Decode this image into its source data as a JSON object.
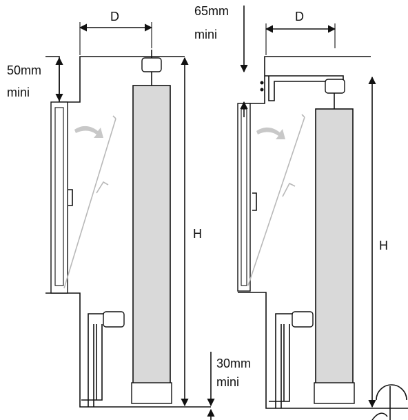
{
  "diagrams": [
    {
      "labels": {
        "depth": "D",
        "top_clearance_value": "50mm",
        "top_clearance_suffix": "mini",
        "height": "H",
        "bottom_clearance_value": "30mm",
        "bottom_clearance_suffix": "mini"
      }
    },
    {
      "labels": {
        "depth": "D",
        "top_clearance_value": "65mm",
        "top_clearance_suffix": "mini",
        "height": "H"
      }
    }
  ],
  "colors": {
    "line": "#111111",
    "cylinder_fill": "#d9d9d9",
    "ghost_arrow": "#c8c8c8"
  }
}
